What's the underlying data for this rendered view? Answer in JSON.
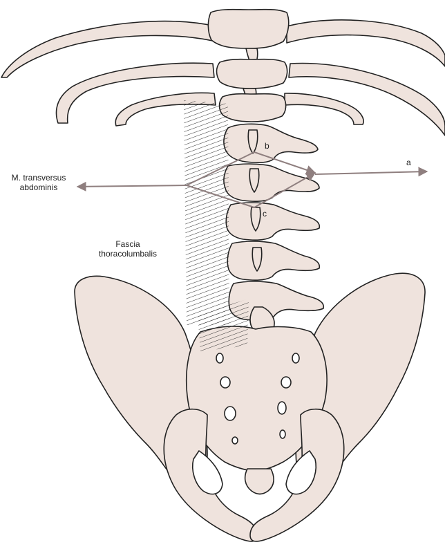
{
  "labels": {
    "transversus_line1": "M. transversus",
    "transversus_line2": "abdominis",
    "fascia_line1": "Fascia",
    "fascia_line2": "thoracolumbalis",
    "a": "a",
    "b": "b",
    "c": "c"
  },
  "colors": {
    "bone_fill": "#efe3dd",
    "outline": "#222222",
    "arrow": "#8f7f7f",
    "paper": "#ffffff"
  }
}
